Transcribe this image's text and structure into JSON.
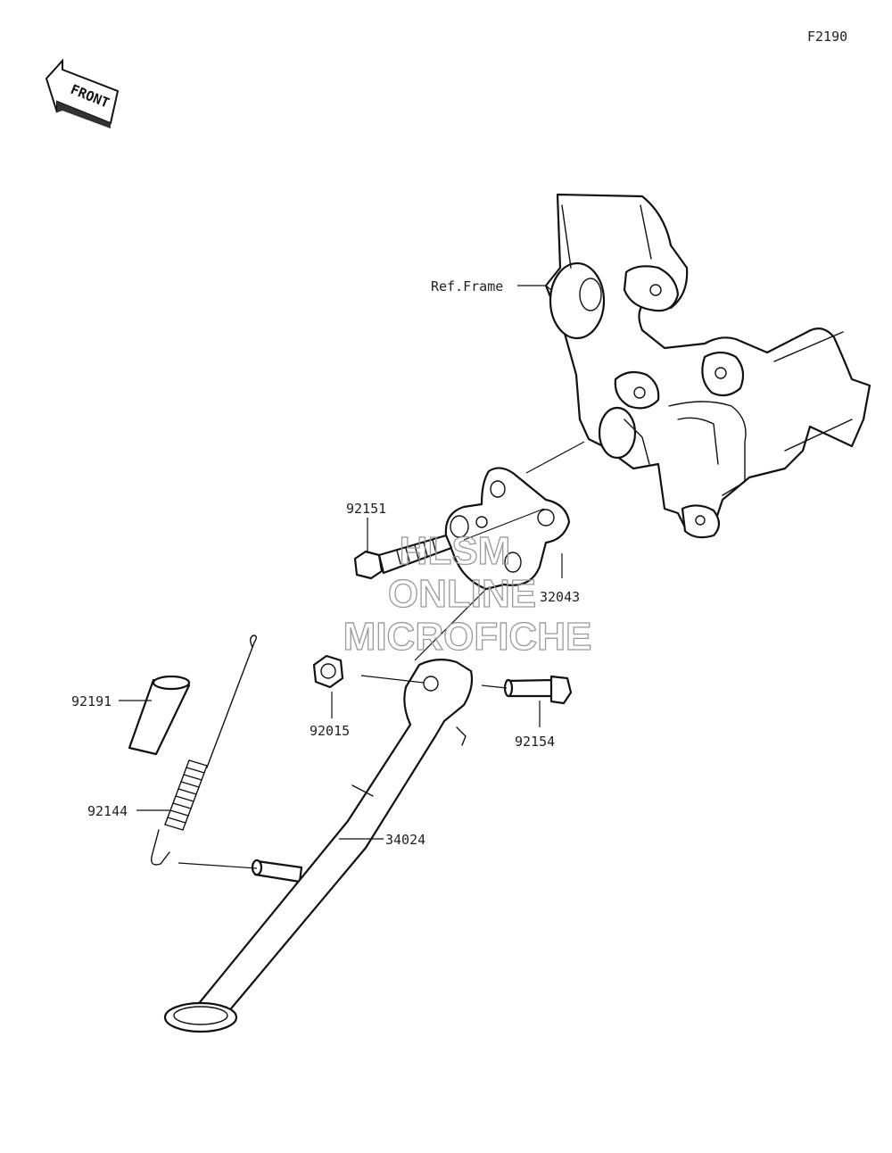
{
  "diagram_code": "F2190",
  "front_arrow_text": "FRONT",
  "watermark": [
    "HLSM",
    "ONLINE",
    "MICROFICHE"
  ],
  "labels": {
    "ref_frame": "Ref.Frame",
    "p92151": "92151",
    "p32043": "32043",
    "p92191": "92191",
    "p92015": "92015",
    "p92154": "92154",
    "p92144": "92144",
    "p34024": "34024"
  }
}
